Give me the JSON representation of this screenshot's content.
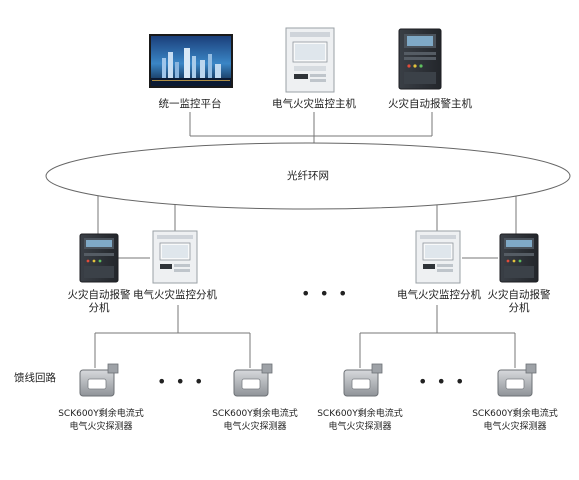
{
  "top_devices": {
    "platform": "统一监控平台",
    "monitor_host": "电气火灾监控主机",
    "alarm_host": "火灾自动报警主机"
  },
  "ring": "光纤环网",
  "branches": {
    "left_alarm": [
      "火灾自动报警",
      "分机"
    ],
    "left_monitor": "电气火灾监控分机",
    "right_monitor": "电气火灾监控分机",
    "right_alarm": [
      "火灾自动报警",
      "分机"
    ],
    "ellipsis": "• • •"
  },
  "feeder_label": "馈线回路",
  "detector": [
    "SCK600Y剩余电流式",
    "电气火灾探测器"
  ],
  "colors": {
    "line": "#777777",
    "panel_dark": "#2c3036",
    "panel_light": "#e9ebee",
    "sensor": "#b9bcc0"
  }
}
